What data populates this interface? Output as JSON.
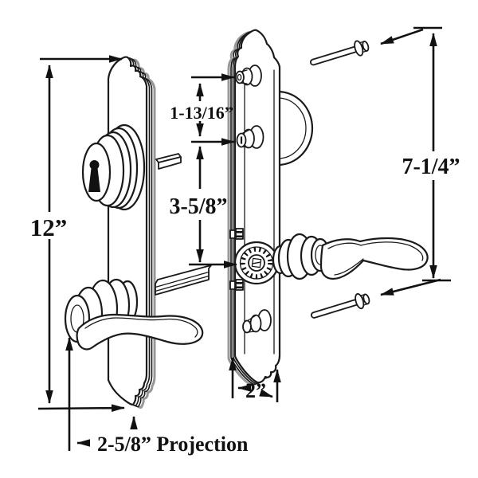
{
  "diagram": {
    "title": "Door handleset trim with dimension callouts",
    "dimensions": {
      "plate_height": "12”",
      "upper_hole_spacing": "1-13/16”",
      "center_hole_spacing": "3-5/8”",
      "screw_spacing": "7-1/4”",
      "plate_width": "2”",
      "projection": "2-5/8” Projection"
    },
    "colors": {
      "line": "#1a1a1a",
      "background": "#ffffff",
      "shade": "#979797"
    }
  }
}
